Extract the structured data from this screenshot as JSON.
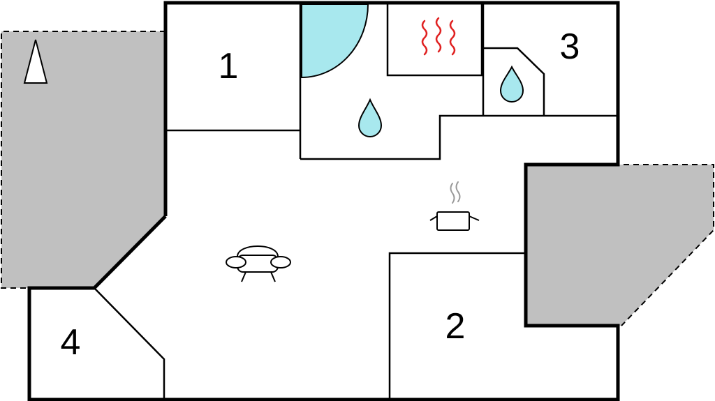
{
  "floor_plan": {
    "rooms": [
      {
        "label": "1"
      },
      {
        "label": "2"
      },
      {
        "label": "3"
      },
      {
        "label": "4"
      }
    ],
    "icons": [
      "north-arrow-icon",
      "shower-icon",
      "sauna-heat-icon",
      "water-drop-icon",
      "cooking-pot-icon",
      "sofa-icon"
    ],
    "colors": {
      "wall": "#000000",
      "terrace": "#c0c0c0",
      "water": "#a8e8ee",
      "heat": "#e02020",
      "steam": "#9a9a9a",
      "floor": "#ffffff"
    }
  }
}
